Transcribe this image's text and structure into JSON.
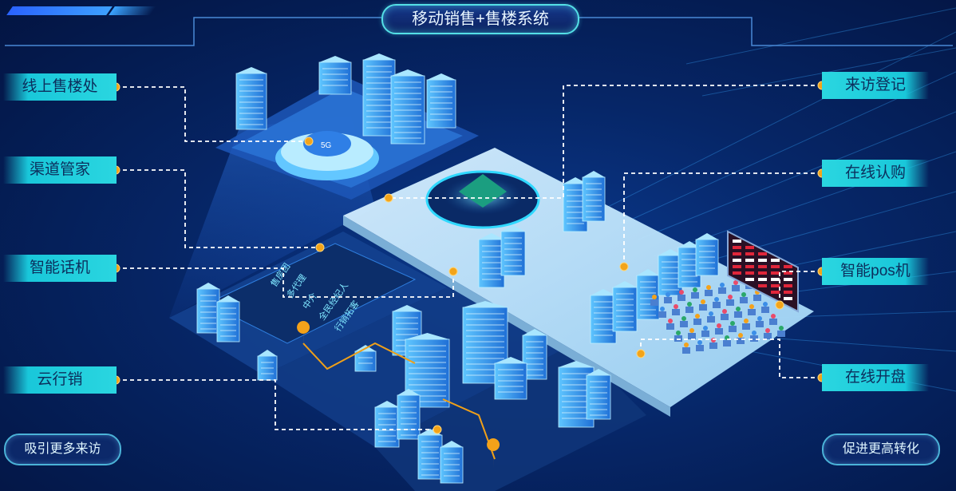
{
  "header": {
    "title": "移动销售+售楼系统"
  },
  "left_labels": [
    {
      "id": "online-sales-office",
      "label": "线上售楼处"
    },
    {
      "id": "channel-manager",
      "label": "渠道管家"
    },
    {
      "id": "smart-call-machine",
      "label": "智能话机"
    },
    {
      "id": "cloud-marketing",
      "label": "云行销"
    }
  ],
  "right_labels": [
    {
      "id": "visitor-registration",
      "label": "来访登记"
    },
    {
      "id": "online-subscription",
      "label": "在线认购"
    },
    {
      "id": "smart-pos",
      "label": "智能pos机"
    },
    {
      "id": "online-opening",
      "label": "在线开盘"
    }
  ],
  "bottom": {
    "left_button": "吸引更多来访",
    "right_button": "促进更高转化"
  },
  "scene": {
    "cloud_badge": "5G",
    "panel_lines": [
      "售房团",
      "多代理",
      "中介",
      "全民经纪人",
      "行销拓客"
    ]
  },
  "colors": {
    "accent_cyan": "#2ad6e0",
    "connector_dot": "#f3a41a",
    "background": "#062667"
  }
}
